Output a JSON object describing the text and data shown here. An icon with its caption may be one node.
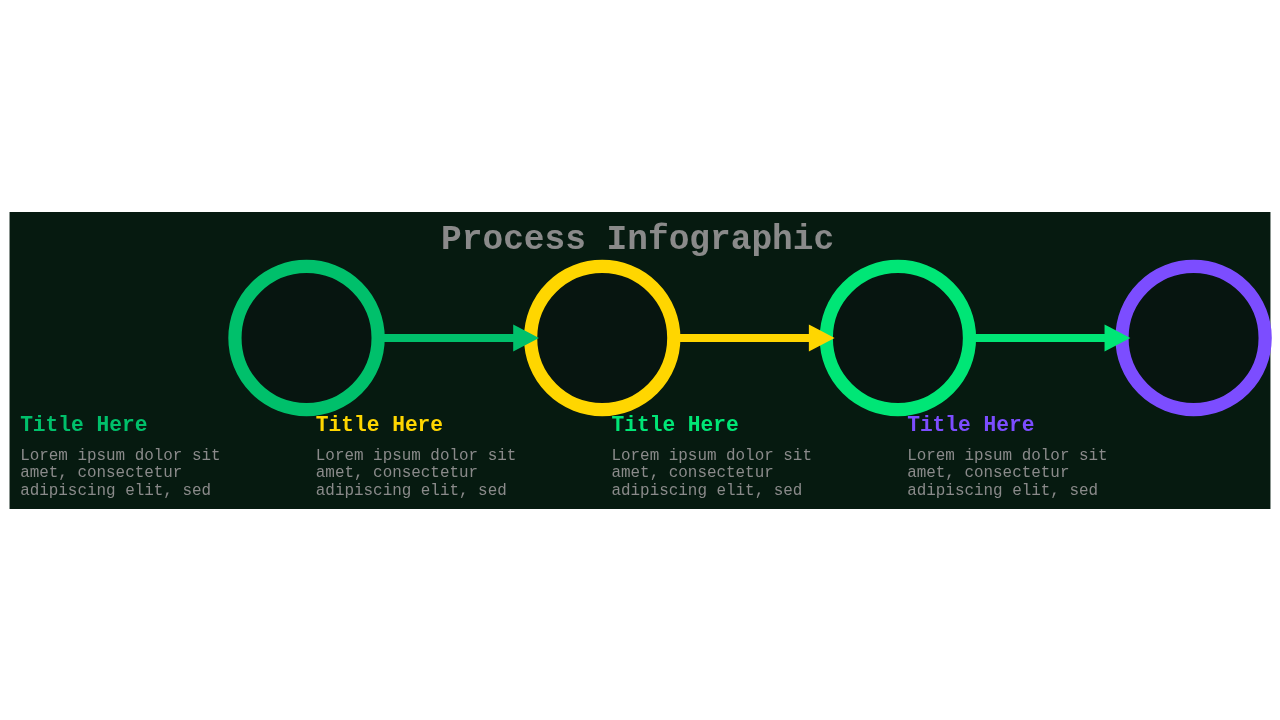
{
  "diagram": {
    "title": "Process Infographic",
    "nodes": [
      {
        "text": [],
        "shape": "circle",
        "beside": [
          "Title Here",
          "Lorem ipsum dolor sit amet, consectetur adipiscing elit, sed"
        ]
      },
      {
        "text": [],
        "shape": "circle",
        "beside": [
          "Title Here",
          "Lorem ipsum dolor sit amet, consectetur adipiscing elit, sed"
        ]
      },
      {
        "text": [],
        "shape": "circle",
        "beside": [
          "Title Here",
          "Lorem ipsum dolor sit amet, consectetur adipiscing elit, sed"
        ]
      },
      {
        "text": [],
        "shape": "circle",
        "beside": [
          "Title Here",
          "Lorem ipsum dolor sit amet, consectetur adipiscing elit, sed"
        ]
      }
    ],
    "edges": [
      {
        "from": 0,
        "to": 1,
        "arrow": "to",
        "color": "#00c06b"
      },
      {
        "from": 1,
        "to": 2,
        "arrow": "to",
        "color": "#ffd600"
      },
      {
        "from": 2,
        "to": 3,
        "arrow": "to",
        "color": "#00e676"
      }
    ]
  }
}
